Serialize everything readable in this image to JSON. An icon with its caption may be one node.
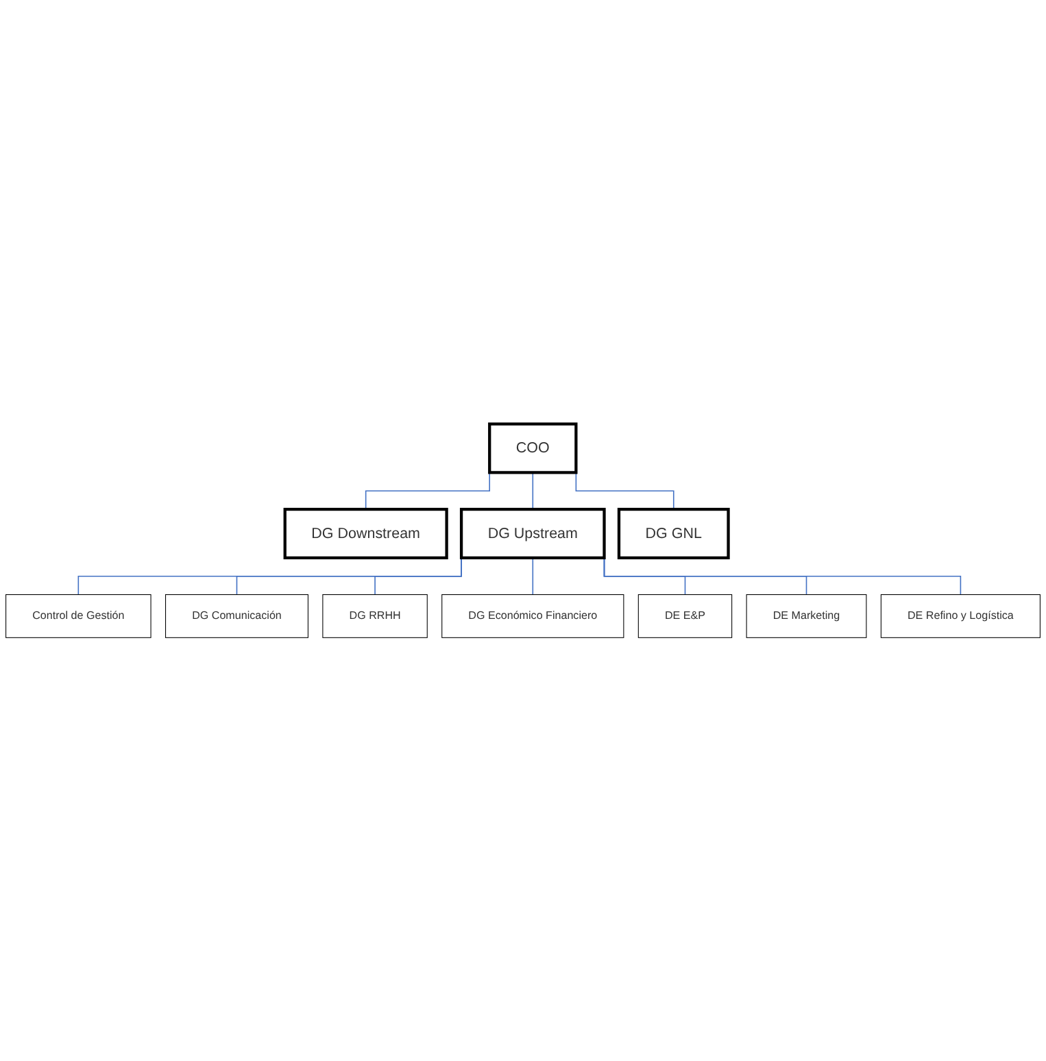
{
  "diagram": {
    "nodes": [
      {
        "text": [
          "COO"
        ]
      },
      {
        "text": [
          "DG Downstream"
        ]
      },
      {
        "text": [
          "DG Upstream"
        ]
      },
      {
        "text": [
          "DG GNL"
        ]
      },
      {
        "text": [
          "Control de Gestión"
        ]
      },
      {
        "text": [
          "DG Comunicación"
        ]
      },
      {
        "text": [
          "DG RRHH"
        ]
      },
      {
        "text": [
          "DG Económico Financiero"
        ]
      },
      {
        "text": [
          "DE E&P"
        ]
      },
      {
        "text": [
          "DE Marketing"
        ]
      },
      {
        "text": [
          "DE Refino y Logística"
        ]
      }
    ],
    "edges": [
      {
        "from": 0,
        "to": 1,
        "arrow": "none"
      },
      {
        "from": 0,
        "to": 2,
        "arrow": "none"
      },
      {
        "from": 0,
        "to": 3,
        "arrow": "none"
      },
      {
        "from": 2,
        "to": 4,
        "arrow": "none"
      },
      {
        "from": 2,
        "to": 5,
        "arrow": "none"
      },
      {
        "from": 2,
        "to": 6,
        "arrow": "none"
      },
      {
        "from": 2,
        "to": 7,
        "arrow": "none"
      },
      {
        "from": 2,
        "to": 8,
        "arrow": "none"
      },
      {
        "from": 2,
        "to": 9,
        "arrow": "none"
      },
      {
        "from": 2,
        "to": 10,
        "arrow": "none"
      }
    ]
  }
}
